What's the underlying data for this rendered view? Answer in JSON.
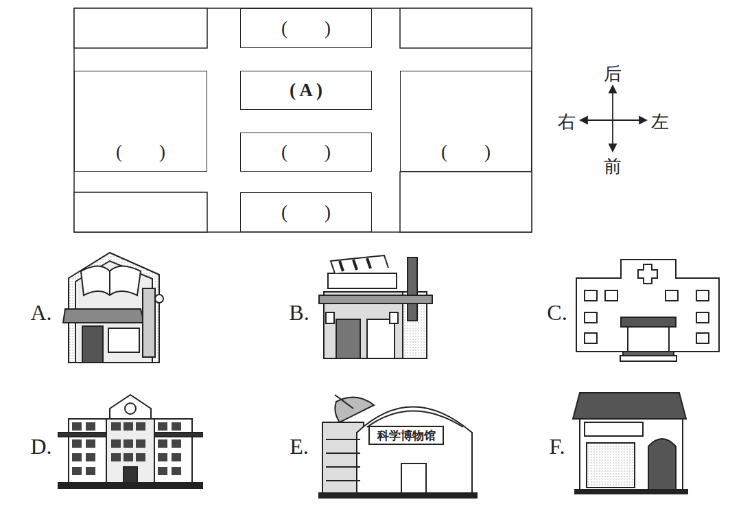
{
  "diagram": {
    "nodes": [
      {
        "text": [
          "(　　)"
        ]
      },
      {
        "text": [
          "( A )"
        ]
      },
      {
        "text": [
          "(　　)"
        ]
      },
      {
        "text": [
          "(　　)"
        ]
      },
      {
        "text": [
          "(　　)"
        ]
      },
      {
        "text": [
          "(　　)"
        ]
      }
    ],
    "labels": [
      "后",
      "右",
      "左",
      "前",
      "A.",
      "B.",
      "C.",
      "D.",
      "E.",
      "科学博物馆",
      "F."
    ]
  }
}
